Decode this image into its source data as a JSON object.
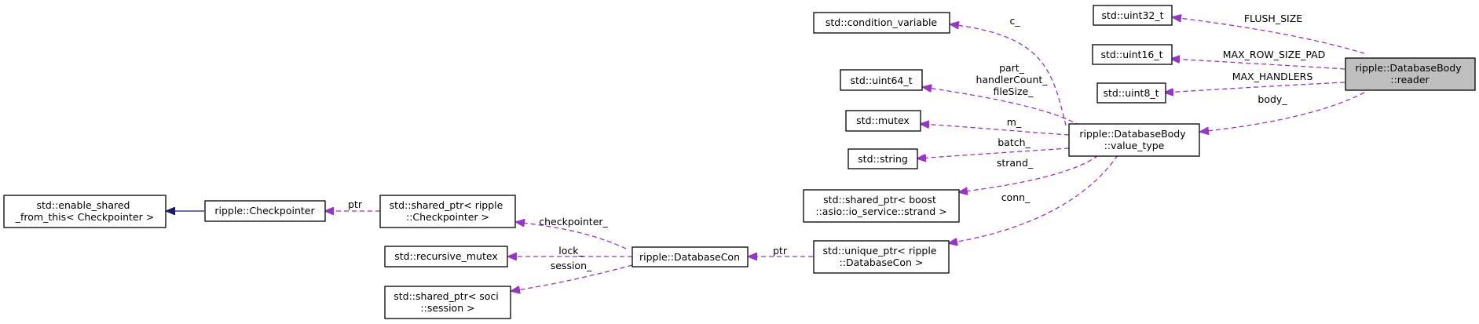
{
  "nodes": {
    "reader": [
      "ripple::DatabaseBody",
      "::reader"
    ],
    "uint32": [
      "std::uint32_t"
    ],
    "uint16": [
      "std::uint16_t"
    ],
    "uint8": [
      "std::uint8_t"
    ],
    "value_type": [
      "ripple::DatabaseBody",
      "::value_type"
    ],
    "condvar": [
      "std::condition_variable"
    ],
    "uint64": [
      "std::uint64_t"
    ],
    "mutex": [
      "std::mutex"
    ],
    "string": [
      "std::string"
    ],
    "strand": [
      "std::shared_ptr< boost",
      "::asio::io_service::strand >"
    ],
    "unique_dbcon": [
      "std::unique_ptr< ripple",
      "::DatabaseCon >"
    ],
    "dbcon": [
      "ripple::DatabaseCon"
    ],
    "shared_cp": [
      "std::shared_ptr< ripple",
      "::Checkpointer >"
    ],
    "recmutex": [
      "std::recursive_mutex"
    ],
    "shared_soci": [
      "std::shared_ptr< soci",
      "::session >"
    ],
    "checkpointer": [
      "ripple::Checkpointer"
    ],
    "enable_shared": [
      "std::enable_shared",
      "_from_this< Checkpointer >"
    ]
  },
  "edge_labels": {
    "flush_size": [
      "FLUSH_SIZE"
    ],
    "max_row": [
      "MAX_ROW_SIZE_PAD"
    ],
    "max_handlers": [
      "MAX_HANDLERS"
    ],
    "body": [
      "body_"
    ],
    "c": [
      "c_"
    ],
    "part": [
      "part_",
      "handlerCount_",
      "fileSize_"
    ],
    "m": [
      "m_"
    ],
    "batch": [
      "batch_"
    ],
    "strand": [
      "strand_"
    ],
    "conn": [
      "conn_"
    ],
    "ptr_dbcon": [
      "ptr"
    ],
    "checkpointer": [
      "checkpointer_"
    ],
    "lock": [
      "lock_"
    ],
    "session": [
      "session_"
    ],
    "ptr_cp": [
      "ptr"
    ]
  }
}
